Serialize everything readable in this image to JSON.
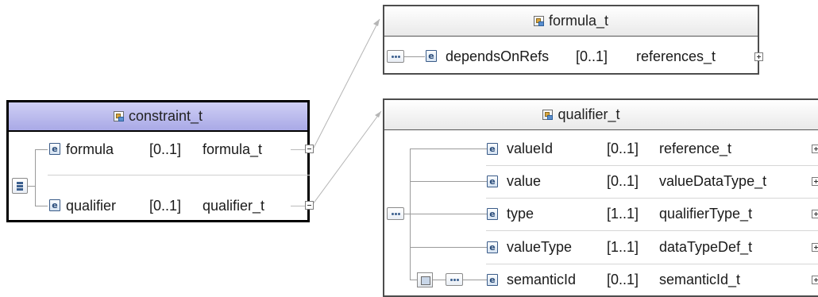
{
  "diagram": {
    "constraint_t": {
      "title": "constraint_t",
      "rows": [
        {
          "name": "formula",
          "cardinality": "[0..1]",
          "type": "formula_t"
        },
        {
          "name": "qualifier",
          "cardinality": "[0..1]",
          "type": "qualifier_t"
        }
      ]
    },
    "formula_t": {
      "title": "formula_t",
      "rows": [
        {
          "name": "dependsOnRefs",
          "cardinality": "[0..1]",
          "type": "references_t"
        }
      ]
    },
    "qualifier_t": {
      "title": "qualifier_t",
      "rows": [
        {
          "name": "valueId",
          "cardinality": "[0..1]",
          "type": "reference_t"
        },
        {
          "name": "value",
          "cardinality": "[0..1]",
          "type": "valueDataType_t"
        },
        {
          "name": "type",
          "cardinality": "[1..1]",
          "type": "qualifierType_t"
        },
        {
          "name": "valueType",
          "cardinality": "[1..1]",
          "type": "dataTypeDef_t"
        },
        {
          "name": "semanticId",
          "cardinality": "[0..1]",
          "type": "semanticId_t"
        }
      ]
    }
  },
  "icons": {
    "type": "complex-type-icon",
    "element": "element-icon",
    "element_glyph": "e",
    "sequence": "sequence-icon",
    "choice": "choice-icon",
    "group": "group-reference-icon",
    "expand": "expand-icon",
    "collapse": "collapse-icon"
  },
  "colors": {
    "constraint_header": "#b7b7ec",
    "box_header": "#efefef",
    "border_dark": "#000000",
    "border_gray": "#4d4d4d",
    "element_icon_text": "#2a4c7a",
    "connector": "#b0b0b0"
  }
}
